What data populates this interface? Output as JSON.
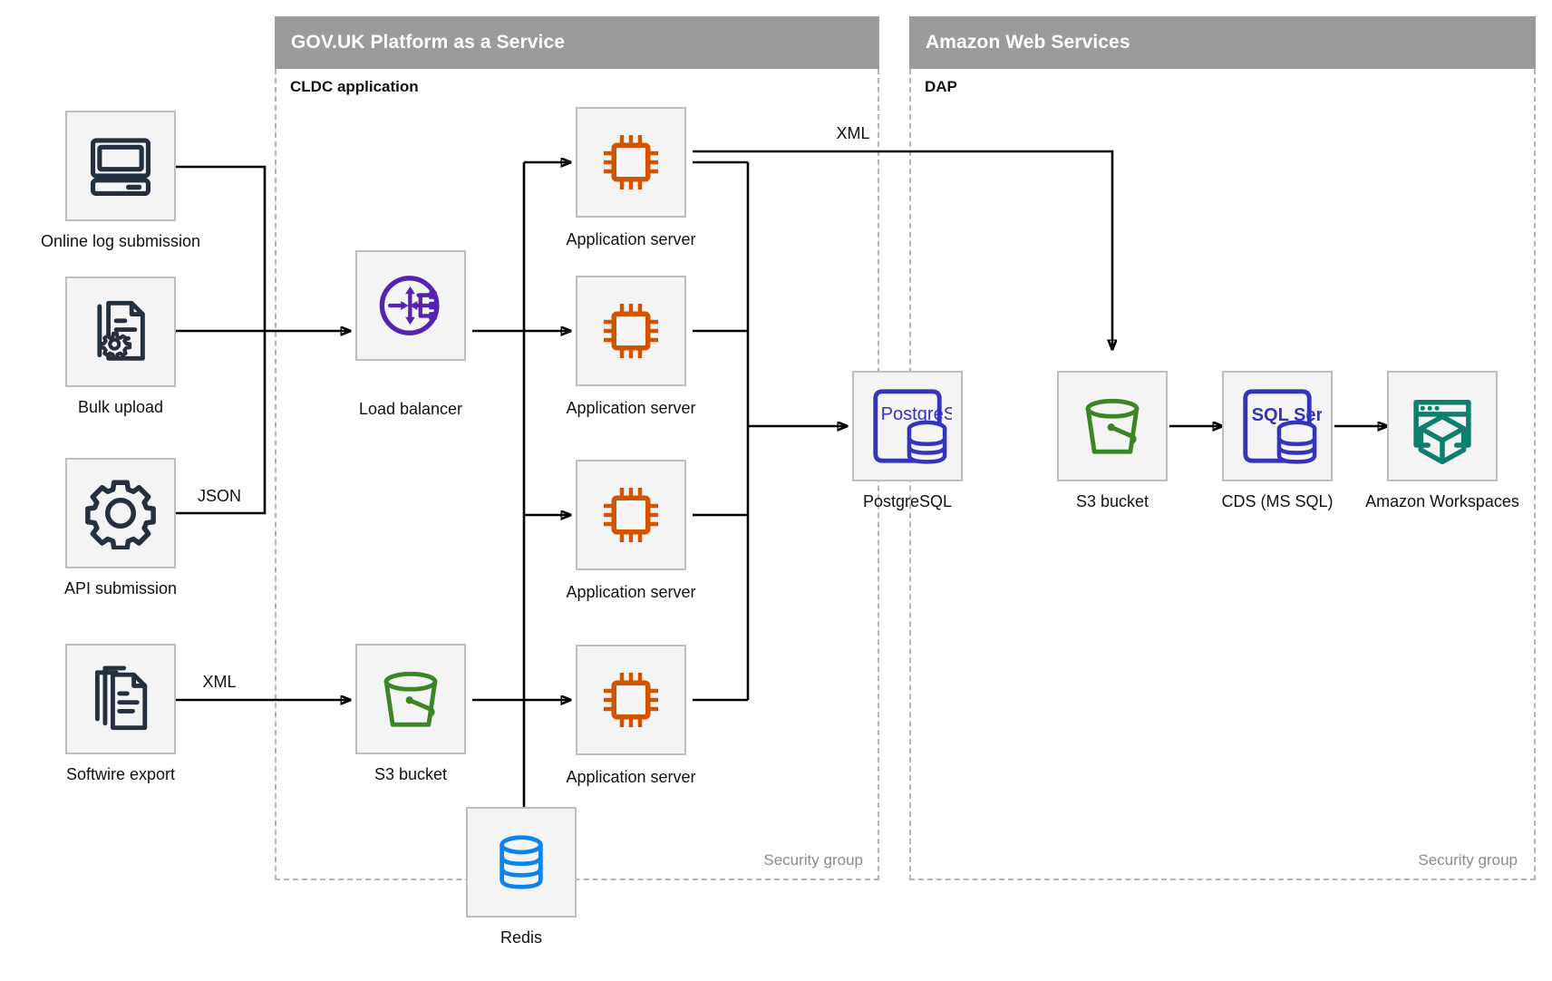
{
  "groups": [
    {
      "id": "paas",
      "title": "GOV.UK Platform as a Service",
      "sublabel": "CLDC application",
      "security_label": "Security group"
    },
    {
      "id": "aws",
      "title": "Amazon Web Services",
      "sublabel": "DAP",
      "security_label": "Security group"
    }
  ],
  "nodes": [
    {
      "id": "online-log-submission",
      "label": "Online log submission",
      "icon": "desktop-computer-icon",
      "color": "#25303f"
    },
    {
      "id": "bulk-upload",
      "label": "Bulk upload",
      "icon": "document-gear-icon",
      "color": "#25303f"
    },
    {
      "id": "api-submission",
      "label": "API submission",
      "icon": "gear-icon",
      "color": "#25303f"
    },
    {
      "id": "softwire-export",
      "label": "Softwire export",
      "icon": "document-stack-icon",
      "color": "#25303f"
    },
    {
      "id": "load-balancer",
      "label": "Load balancer",
      "icon": "load-balancer-icon",
      "color": "#5523b0"
    },
    {
      "id": "app-server-1",
      "label": "Application server",
      "icon": "cpu-chip-icon",
      "color": "#d35400"
    },
    {
      "id": "app-server-2",
      "label": "Application server",
      "icon": "cpu-chip-icon",
      "color": "#d35400"
    },
    {
      "id": "app-server-3",
      "label": "Application server",
      "icon": "cpu-chip-icon",
      "color": "#d35400"
    },
    {
      "id": "app-server-4",
      "label": "Application server",
      "icon": "cpu-chip-icon",
      "color": "#d35400"
    },
    {
      "id": "postgresql",
      "label": "PostgreSQL",
      "icon": "postgresql-icon",
      "color": "#3333bb",
      "badge": "PostgreSQL"
    },
    {
      "id": "s3-bucket-paas",
      "label": "S3 bucket",
      "icon": "bucket-icon",
      "color": "#3c8527"
    },
    {
      "id": "redis",
      "label": "Redis",
      "icon": "database-icon",
      "color": "#0b84ef"
    },
    {
      "id": "s3-bucket-aws",
      "label": "S3 bucket",
      "icon": "bucket-icon",
      "color": "#3c8527"
    },
    {
      "id": "cds-ms-sql",
      "label": "CDS (MS SQL)",
      "icon": "sql-server-icon",
      "color": "#3333bb",
      "badge": "SQL Server"
    },
    {
      "id": "amazon-workspaces",
      "label": "Amazon Workspaces",
      "icon": "workspaces-icon",
      "color": "#0d7f6d"
    }
  ],
  "edge_labels": [
    {
      "id": "edge-api-json",
      "text": "JSON"
    },
    {
      "id": "edge-softwire-xml",
      "text": "XML"
    },
    {
      "id": "edge-appserver-xml",
      "text": "XML"
    }
  ],
  "colors": {
    "band": "#9b9b9b",
    "node_fill": "#f4f4f4",
    "node_border": "#bdbdbd",
    "dashed_border": "#b4b4b4",
    "wire": "#000000",
    "security_text": "#8a8a8a"
  }
}
